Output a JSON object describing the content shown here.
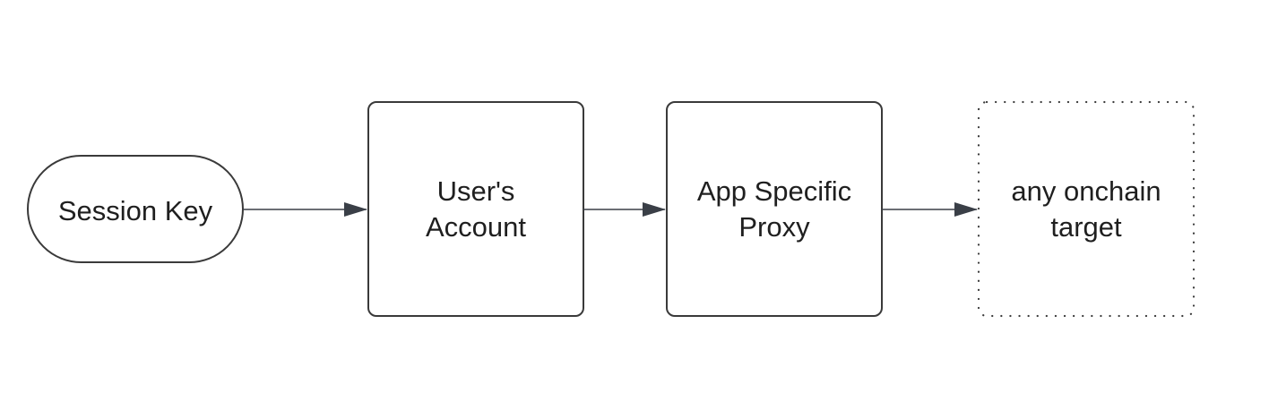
{
  "nodes": {
    "session_key": {
      "label": "Session Key"
    },
    "users_account": {
      "line1": "User's",
      "line2": "Account"
    },
    "app_proxy": {
      "line1": "App Specific",
      "line2": "Proxy"
    },
    "onchain_target": {
      "line1": "any onchain",
      "line2": "target"
    }
  },
  "colors": {
    "stroke": "#3a3a3a",
    "text": "#1f1f1f",
    "arrow": "#3a3f47",
    "background": "#ffffff"
  }
}
